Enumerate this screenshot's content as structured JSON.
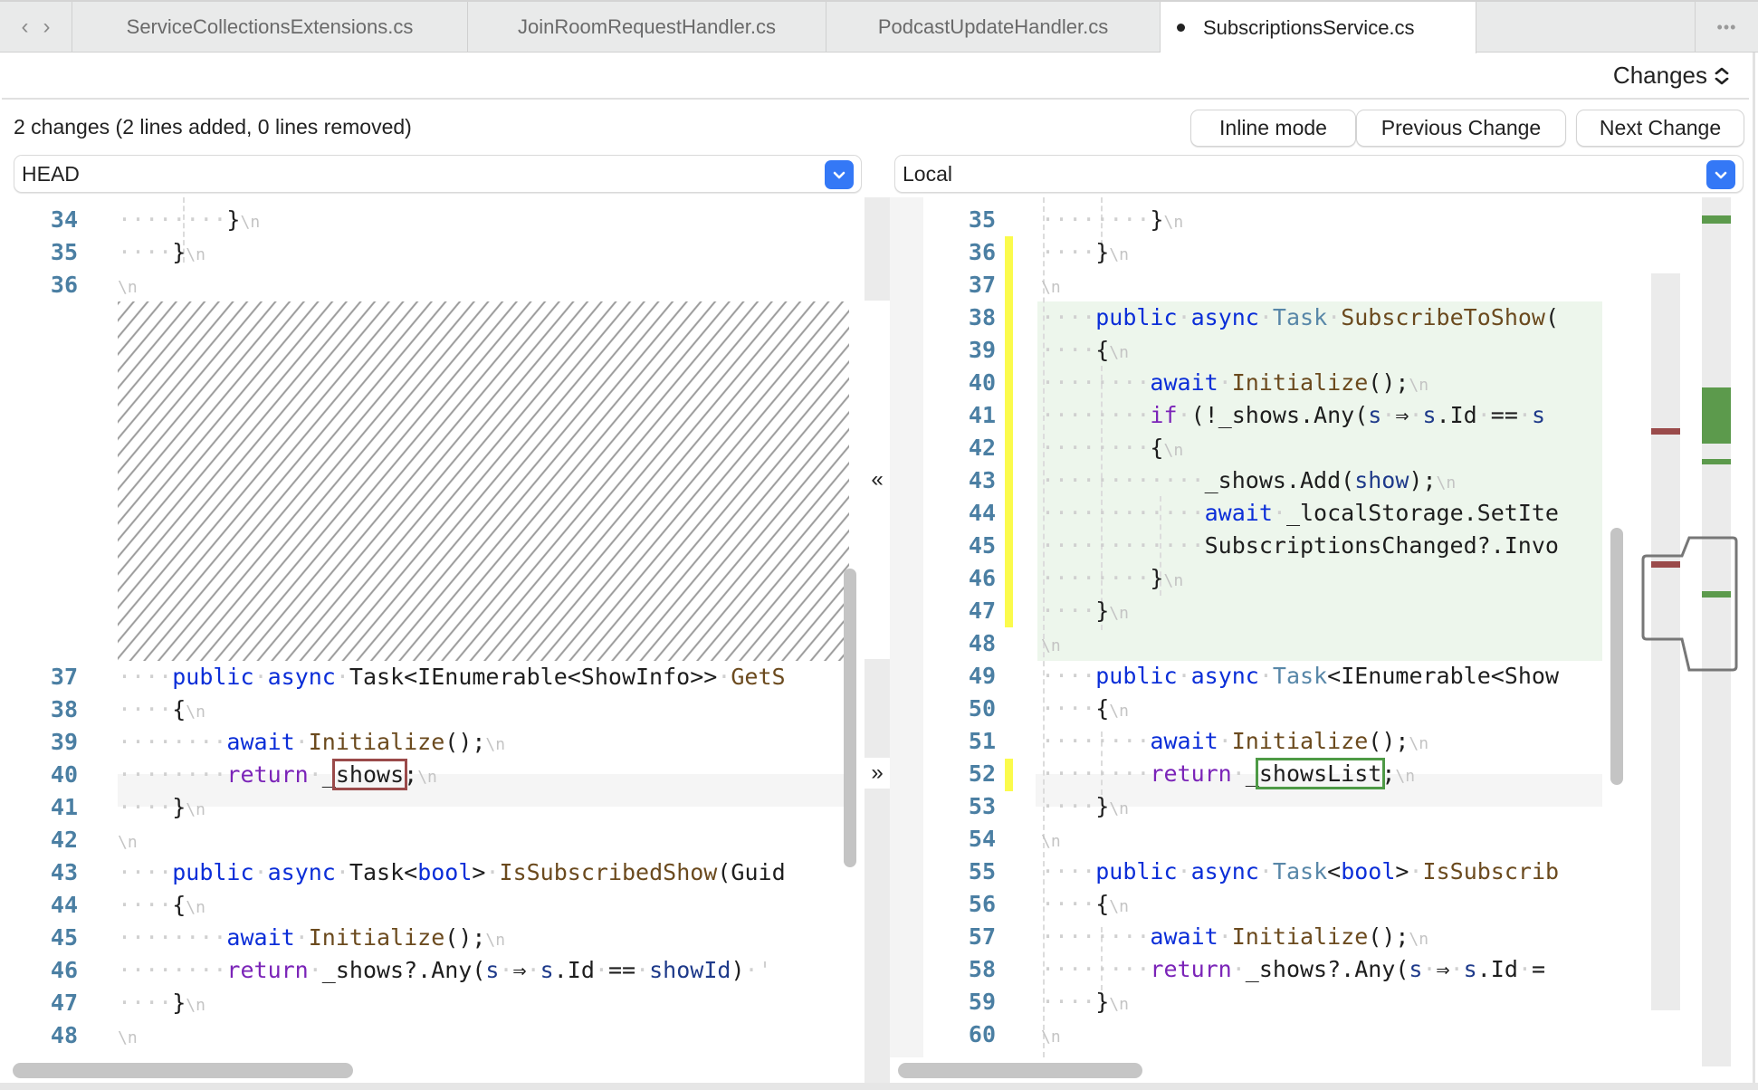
{
  "tabs": {
    "nav": {
      "back": "‹",
      "forward": "›"
    },
    "items": [
      {
        "label": "ServiceCollectionsExtensions.cs",
        "active": false,
        "modified": false
      },
      {
        "label": "JoinRoomRequestHandler.cs",
        "active": false,
        "modified": false
      },
      {
        "label": "PodcastUpdateHandler.cs",
        "active": false,
        "modified": false
      },
      {
        "label": "SubscriptionsService.cs",
        "active": true,
        "modified": true
      }
    ],
    "more_label": "•••"
  },
  "view_selector": {
    "label": "Changes",
    "icon": "up-down-chevron-icon"
  },
  "summary": {
    "text": "2 changes (2 lines added, 0 lines removed)",
    "buttons": {
      "inline_mode": "Inline mode",
      "previous": "Previous Change",
      "next": "Next Change"
    }
  },
  "left": {
    "version": "HEAD",
    "lines": [
      {
        "n": "34",
        "code": "}"
      },
      {
        "n": "35",
        "code": "}"
      },
      {
        "n": "36",
        "code": ""
      },
      {
        "n": "37",
        "code": "public async Task<IEnumerable<ShowInfo>> GetS"
      },
      {
        "n": "38",
        "code": "{"
      },
      {
        "n": "39",
        "code": "await Initialize();"
      },
      {
        "n": "40",
        "code": "return _shows;"
      },
      {
        "n": "41",
        "code": "}"
      },
      {
        "n": "42",
        "code": ""
      },
      {
        "n": "43",
        "code": "public async Task<bool> IsSubscribedShow(Guid"
      },
      {
        "n": "44",
        "code": "{"
      },
      {
        "n": "45",
        "code": "await Initialize();"
      },
      {
        "n": "46",
        "code": "return _shows?.Any(s => s.Id == showId)"
      },
      {
        "n": "47",
        "code": "}"
      },
      {
        "n": "48",
        "code": ""
      }
    ],
    "changed_token": "shows"
  },
  "right": {
    "version": "Local",
    "lines": [
      {
        "n": "35",
        "code": "}"
      },
      {
        "n": "36",
        "code": "}"
      },
      {
        "n": "37",
        "code": ""
      },
      {
        "n": "38",
        "code": "public async Task SubscribeToShow("
      },
      {
        "n": "39",
        "code": "{"
      },
      {
        "n": "40",
        "code": "await Initialize();"
      },
      {
        "n": "41",
        "code": "if (!_shows.Any(s => s.Id == s"
      },
      {
        "n": "42",
        "code": "{"
      },
      {
        "n": "43",
        "code": "_shows.Add(show);"
      },
      {
        "n": "44",
        "code": "await _localStorage.SetIte"
      },
      {
        "n": "45",
        "code": "SubscriptionsChanged?.Invo"
      },
      {
        "n": "46",
        "code": "}"
      },
      {
        "n": "47",
        "code": "}"
      },
      {
        "n": "48",
        "code": ""
      },
      {
        "n": "49",
        "code": "public async Task<IEnumerable<Show"
      },
      {
        "n": "50",
        "code": "{"
      },
      {
        "n": "51",
        "code": "await Initialize();"
      },
      {
        "n": "52",
        "code": "return _showsList;"
      },
      {
        "n": "53",
        "code": "}"
      },
      {
        "n": "54",
        "code": ""
      },
      {
        "n": "55",
        "code": "public async Task<bool> IsSubscrib"
      },
      {
        "n": "56",
        "code": "{"
      },
      {
        "n": "57",
        "code": "await Initialize();"
      },
      {
        "n": "58",
        "code": "return _shows?.Any(s => s.Id ="
      },
      {
        "n": "59",
        "code": "}"
      },
      {
        "n": "60",
        "code": ""
      }
    ],
    "changed_token": "showsList"
  },
  "merge": {
    "copy_left": "«",
    "copy_right": "»"
  },
  "colors": {
    "added": "#5c9a4c",
    "removed": "#9a4a4a",
    "modified_bar": "#fbfb4c",
    "added_bg": "#edf6ec",
    "line_number": "#4b7fa3",
    "keyword": "#0b2ed8",
    "control_keyword": "#7b24b8",
    "accent": "#3478f6"
  },
  "glyphs": {
    "newline": "\\n",
    "arrow": "⇒"
  }
}
